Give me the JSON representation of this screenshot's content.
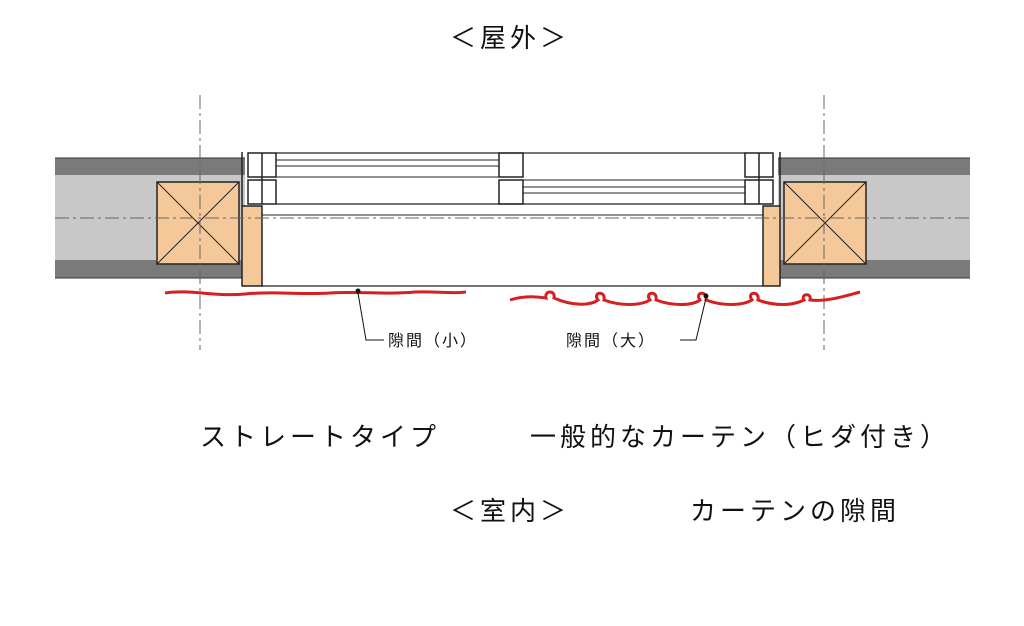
{
  "labels": {
    "outdoor": "＜屋外＞",
    "indoor": "＜室内＞",
    "gap_small": "隙間（小）",
    "gap_large": "隙間（大）",
    "straight_type": "ストレートタイプ",
    "pleated_curtain": "一般的なカーテン（ヒダ付き）",
    "curtain_gap": "カーテンの隙間"
  },
  "colors": {
    "wall_dark": "#7a7a7a",
    "wall_light": "#c8c8c8",
    "wood": "#f5c89a",
    "curtain": "#d42020",
    "line": "#222222"
  }
}
